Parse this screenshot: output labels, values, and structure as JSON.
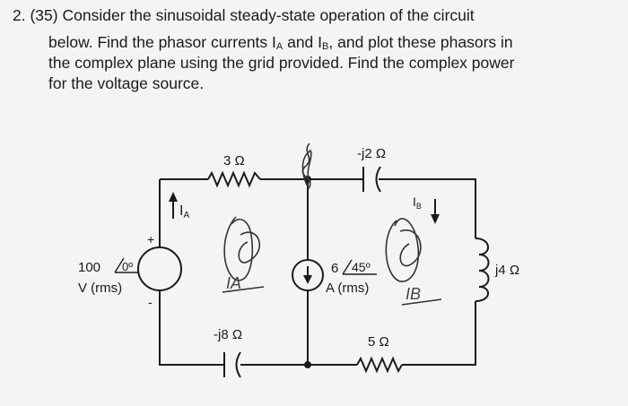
{
  "problem": {
    "number": "2.",
    "points": "(35)",
    "line1": "Consider the sinusoidal steady-state operation of the circuit",
    "line2a": "below.  Find the phasor currents I",
    "line2sub1": "A",
    "line2b": " and I",
    "line2sub2": "B",
    "line2c": ", and plot these phasors in",
    "line3": "the complex plane using the grid provided. Find the complex power",
    "line4": "for the voltage source."
  },
  "circuit": {
    "r1": "3 Ω",
    "cap_top": "-j2 Ω",
    "ia_main": "I",
    "ia_sub": "A",
    "ib_main": "I",
    "ib_sub": "B",
    "plus": "+",
    "minus": "-",
    "vs_mag": "100",
    "vs_angle": "0º",
    "vs_unit": "V (rms)",
    "is_mag": "6",
    "is_angle": "45º",
    "is_unit": "A (rms)",
    "ind": "j4 Ω",
    "cap_bottom": "-j8 Ω",
    "r2": "5 Ω"
  },
  "handwriting": {
    "ia_note": "IA",
    "ib_note": "IB"
  }
}
